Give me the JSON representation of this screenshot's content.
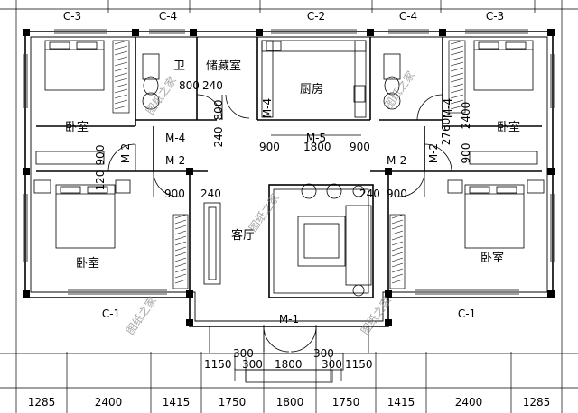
{
  "window_labels": [
    "C-3",
    "C-4",
    "C-2",
    "C-4",
    "C-3",
    "C-1",
    "C-1"
  ],
  "door_labels": [
    "M-4",
    "M-4",
    "M-4",
    "M-5",
    "M-2",
    "M-2",
    "M-2",
    "M-2",
    "M-1"
  ],
  "rooms": [
    "卫",
    "储藏室",
    "厨房",
    "卧室",
    "卧室",
    "卧室",
    "卧室",
    "客厅"
  ],
  "inner_dims": [
    "800",
    "240",
    "800",
    "240",
    "900",
    "1800",
    "900",
    "900",
    "120",
    "900",
    "240",
    "900",
    "240",
    "2760",
    "2400",
    "900"
  ],
  "entrance_dims": [
    "300",
    "300",
    "1150",
    "300",
    "1800",
    "300",
    "1150"
  ],
  "bottom_dims": [
    "1285",
    "2400",
    "1415",
    "1750",
    "1800",
    "1750",
    "1415",
    "2400",
    "1285"
  ],
  "watermark": "图纸之家"
}
